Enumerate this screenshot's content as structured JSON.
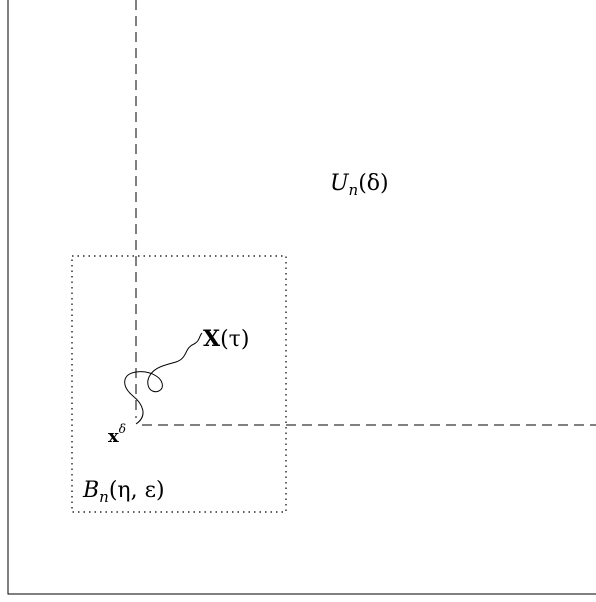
{
  "labels": {
    "region_u": {
      "main": "U",
      "sub": "n",
      "rest": "(δ)"
    },
    "region_b": {
      "main": "B",
      "sub": "n",
      "rest": "(η, ε)"
    },
    "process": {
      "main": "X",
      "rest": "(τ)"
    },
    "point": {
      "main": "x",
      "sup": "δ"
    }
  },
  "colors": {
    "stroke": "#000000",
    "background": "#ffffff"
  }
}
